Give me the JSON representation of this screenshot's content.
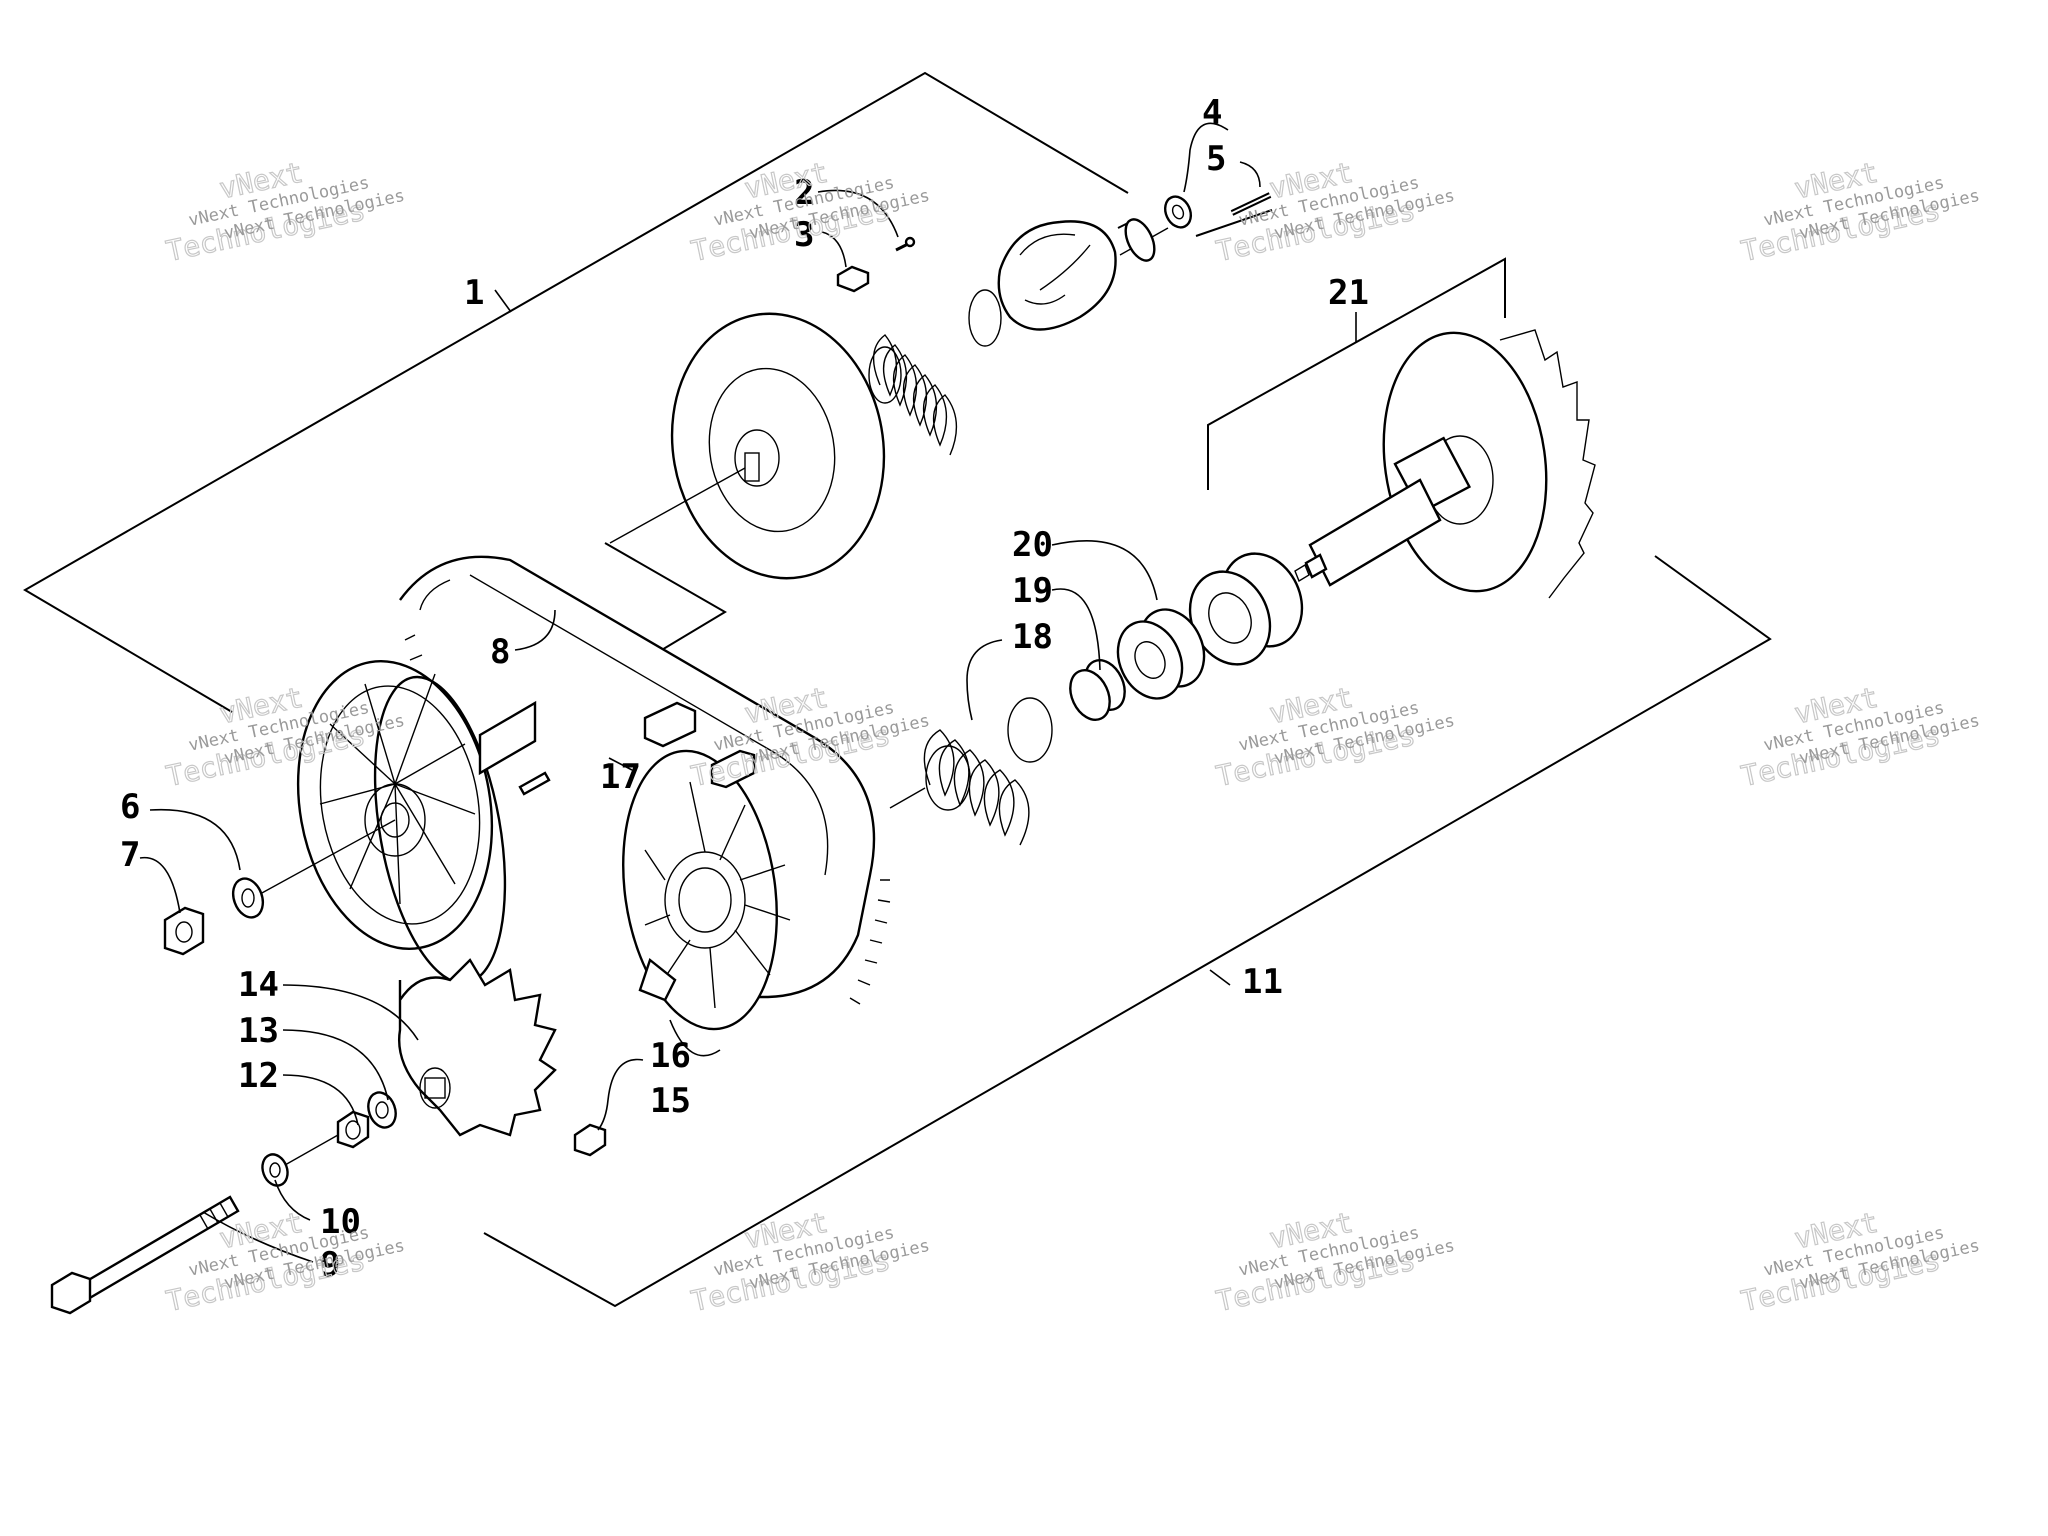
{
  "diagram": {
    "watermark_line1": "vNext Technologies",
    "watermark_line2": "vNext",
    "watermark_line3": "Technologies",
    "callouts": [
      {
        "id": "1",
        "label": "1"
      },
      {
        "id": "2",
        "label": "2"
      },
      {
        "id": "3",
        "label": "3"
      },
      {
        "id": "4",
        "label": "4"
      },
      {
        "id": "5",
        "label": "5"
      },
      {
        "id": "6",
        "label": "6"
      },
      {
        "id": "7",
        "label": "7"
      },
      {
        "id": "8",
        "label": "8"
      },
      {
        "id": "9",
        "label": "9"
      },
      {
        "id": "10",
        "label": "10"
      },
      {
        "id": "11",
        "label": "11"
      },
      {
        "id": "12",
        "label": "12"
      },
      {
        "id": "13",
        "label": "13"
      },
      {
        "id": "14",
        "label": "14"
      },
      {
        "id": "15",
        "label": "15"
      },
      {
        "id": "16",
        "label": "16"
      },
      {
        "id": "17",
        "label": "17"
      },
      {
        "id": "18",
        "label": "18"
      },
      {
        "id": "19",
        "label": "19"
      },
      {
        "id": "20",
        "label": "20"
      },
      {
        "id": "21",
        "label": "21"
      }
    ]
  }
}
